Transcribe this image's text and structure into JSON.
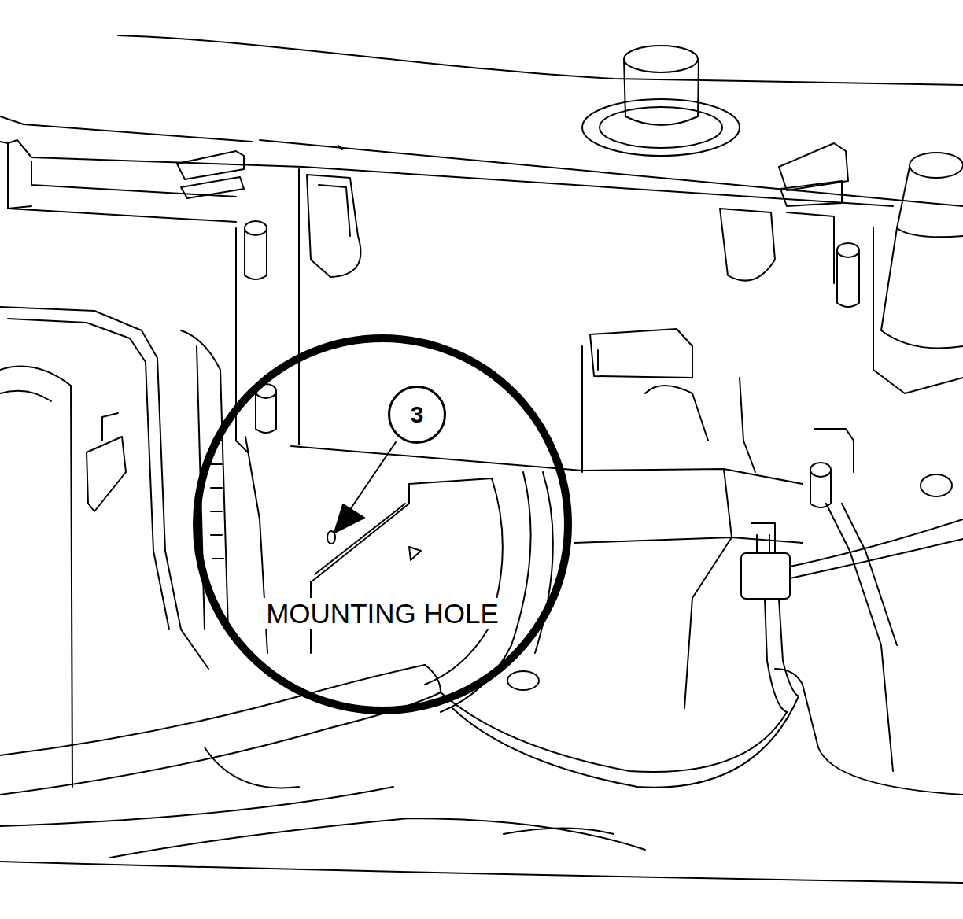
{
  "diagram": {
    "nodes": [
      {
        "text": [
          "MOUNTING HOLE"
        ]
      },
      {
        "text": [
          "3"
        ],
        "in": 0
      }
    ]
  }
}
